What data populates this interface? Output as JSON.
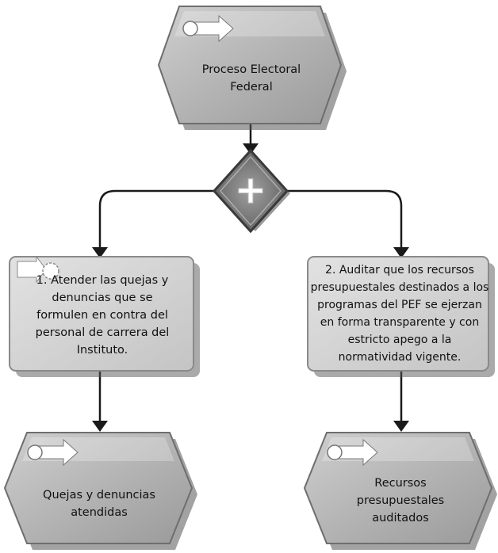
{
  "nodes": {
    "start_event": {
      "label": "Proceso Electoral\nFederal"
    },
    "and_gateway": {
      "symbol": "+"
    },
    "function_1": {
      "label": "1. Atender las quejas y\ndenuncias que se\nformulen en contra del\npersonal de carrera del\nInstituto."
    },
    "function_2": {
      "label": "2. Auditar que los recursos\npresupuestales destinados a los\nprogramas del PEF se ejerzan\nen forma transparente y con\nestricto apego a la\nnormatividad vigente."
    },
    "end_event_1": {
      "label": "Quejas y denuncias\natendidas"
    },
    "end_event_2": {
      "label": "Recursos\npresupuestales\nauditados"
    }
  },
  "colors": {
    "event_fill": "#b8b8b8",
    "function_fill": "#d4d4d4",
    "gateway_fill": "#7a7a7a",
    "connector": "#1a1a1a"
  }
}
